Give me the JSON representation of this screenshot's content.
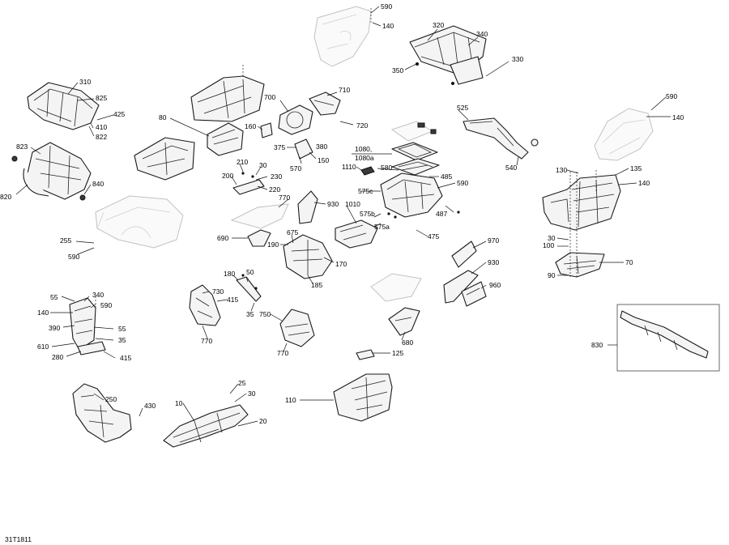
{
  "figure_code": "31T1811",
  "callouts": [
    {
      "id": "c590a",
      "text": "590"
    },
    {
      "id": "c140a",
      "text": "140"
    },
    {
      "id": "c320",
      "text": "320"
    },
    {
      "id": "c340a",
      "text": "340"
    },
    {
      "id": "c350",
      "text": "350"
    },
    {
      "id": "c330",
      "text": "330"
    },
    {
      "id": "c310",
      "text": "310"
    },
    {
      "id": "c825",
      "text": "825"
    },
    {
      "id": "c425",
      "text": "425"
    },
    {
      "id": "c410",
      "text": "410"
    },
    {
      "id": "c822",
      "text": "822"
    },
    {
      "id": "c700",
      "text": "700"
    },
    {
      "id": "c710",
      "text": "710"
    },
    {
      "id": "c720",
      "text": "720"
    },
    {
      "id": "c80",
      "text": "80"
    },
    {
      "id": "c160",
      "text": "160"
    },
    {
      "id": "c375",
      "text": "375"
    },
    {
      "id": "c380",
      "text": "380"
    },
    {
      "id": "c150",
      "text": "150"
    },
    {
      "id": "c570",
      "text": "570"
    },
    {
      "id": "c525",
      "text": "525"
    },
    {
      "id": "c540",
      "text": "540"
    },
    {
      "id": "c590b",
      "text": "590"
    },
    {
      "id": "c140b",
      "text": "140"
    },
    {
      "id": "c823",
      "text": "823"
    },
    {
      "id": "c840",
      "text": "840"
    },
    {
      "id": "c820",
      "text": "820"
    },
    {
      "id": "c210",
      "text": "210"
    },
    {
      "id": "c30a",
      "text": "30"
    },
    {
      "id": "c230",
      "text": "230"
    },
    {
      "id": "c200",
      "text": "200"
    },
    {
      "id": "c220",
      "text": "220"
    },
    {
      "id": "c1080",
      "text": "1080,"
    },
    {
      "id": "c1080a",
      "text": "1080a"
    },
    {
      "id": "c1110",
      "text": "1110"
    },
    {
      "id": "c580",
      "text": "580"
    },
    {
      "id": "c485",
      "text": "485"
    },
    {
      "id": "c575c",
      "text": "575c"
    },
    {
      "id": "c590c",
      "text": "590"
    },
    {
      "id": "c130",
      "text": "130"
    },
    {
      "id": "c135",
      "text": "135"
    },
    {
      "id": "c140c",
      "text": "140"
    },
    {
      "id": "c770a",
      "text": "770"
    },
    {
      "id": "c930a",
      "text": "930"
    },
    {
      "id": "c1010",
      "text": "1010"
    },
    {
      "id": "c575b",
      "text": "575b"
    },
    {
      "id": "c575a",
      "text": "575a"
    },
    {
      "id": "c487",
      "text": "487"
    },
    {
      "id": "c255",
      "text": "255"
    },
    {
      "id": "c590d",
      "text": "590"
    },
    {
      "id": "c690",
      "text": "690"
    },
    {
      "id": "c675",
      "text": "675"
    },
    {
      "id": "c190",
      "text": "190"
    },
    {
      "id": "c475",
      "text": "475"
    },
    {
      "id": "c970",
      "text": "970"
    },
    {
      "id": "c30b",
      "text": "30"
    },
    {
      "id": "c100",
      "text": "100"
    },
    {
      "id": "c170",
      "text": "170"
    },
    {
      "id": "c930b",
      "text": "930"
    },
    {
      "id": "c70",
      "text": "70"
    },
    {
      "id": "c185",
      "text": "185"
    },
    {
      "id": "c960",
      "text": "960"
    },
    {
      "id": "c90",
      "text": "90"
    },
    {
      "id": "c180",
      "text": "180"
    },
    {
      "id": "c50",
      "text": "50"
    },
    {
      "id": "c730",
      "text": "730"
    },
    {
      "id": "c415a",
      "text": "415"
    },
    {
      "id": "c35a",
      "text": "35"
    },
    {
      "id": "c55a",
      "text": "55"
    },
    {
      "id": "c340b",
      "text": "340"
    },
    {
      "id": "c590e",
      "text": "590"
    },
    {
      "id": "c140d",
      "text": "140"
    },
    {
      "id": "c390",
      "text": "390"
    },
    {
      "id": "c55b",
      "text": "55"
    },
    {
      "id": "c35b",
      "text": "35"
    },
    {
      "id": "c610",
      "text": "610"
    },
    {
      "id": "c280",
      "text": "280"
    },
    {
      "id": "c415b",
      "text": "415"
    },
    {
      "id": "c750",
      "text": "750"
    },
    {
      "id": "c770b",
      "text": "770"
    },
    {
      "id": "c770c",
      "text": "770"
    },
    {
      "id": "c680",
      "text": "680"
    },
    {
      "id": "c125",
      "text": "125"
    },
    {
      "id": "c830",
      "text": "830"
    },
    {
      "id": "c250",
      "text": "250"
    },
    {
      "id": "c430",
      "text": "430"
    },
    {
      "id": "c25",
      "text": "25"
    },
    {
      "id": "c10",
      "text": "10"
    },
    {
      "id": "c30c",
      "text": "30"
    },
    {
      "id": "c20",
      "text": "20"
    },
    {
      "id": "c110",
      "text": "110"
    }
  ]
}
